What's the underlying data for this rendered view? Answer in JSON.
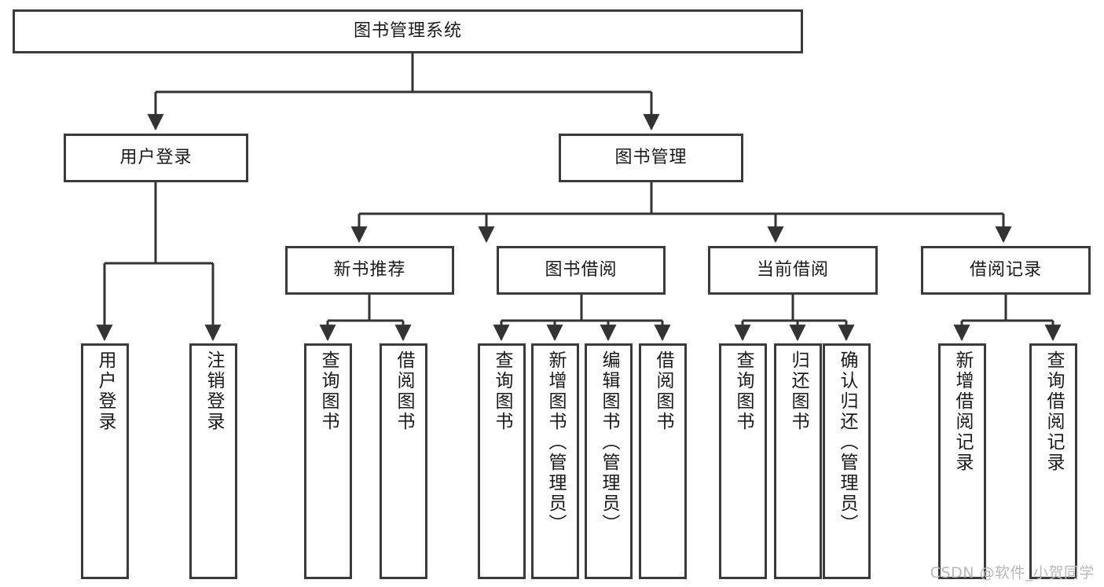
{
  "diagram": {
    "title": "图书管理系统",
    "type": "hierarchy-tree",
    "watermark": "CSDN @软件_小贺同学",
    "colors": {
      "box_border": "#3b3b3b",
      "box_fill": "#ffffff",
      "connector": "#333333",
      "text": "#1a1a1a",
      "watermark": "#b9b9b9"
    },
    "root": {
      "label": "图书管理系统",
      "orientation": "horizontal"
    },
    "level2": [
      {
        "label": "用户登录",
        "orientation": "horizontal"
      },
      {
        "label": "图书管理",
        "orientation": "horizontal"
      }
    ],
    "level3": [
      {
        "label": "新书推荐",
        "orientation": "horizontal"
      },
      {
        "label": "图书借阅",
        "orientation": "horizontal"
      },
      {
        "label": "当前借阅",
        "orientation": "horizontal"
      },
      {
        "label": "借阅记录",
        "orientation": "horizontal"
      }
    ],
    "leaves_user_login": [
      {
        "label": "用户登录",
        "orientation": "vertical"
      },
      {
        "label": "注销登录",
        "orientation": "vertical"
      }
    ],
    "leaves_new_book": [
      {
        "label": "查询图书",
        "orientation": "vertical"
      },
      {
        "label": "借阅图书",
        "orientation": "vertical"
      }
    ],
    "leaves_book_borrow": [
      {
        "label": "查询图书",
        "orientation": "vertical"
      },
      {
        "label": "新增图书（管理员）",
        "orientation": "vertical"
      },
      {
        "label": "编辑图书（管理员）",
        "orientation": "vertical"
      },
      {
        "label": "借阅图书",
        "orientation": "vertical"
      }
    ],
    "leaves_current_borrow": [
      {
        "label": "查询图书",
        "orientation": "vertical"
      },
      {
        "label": "归还图书",
        "orientation": "vertical"
      },
      {
        "label": "确认归还（管理员）",
        "orientation": "vertical"
      }
    ],
    "leaves_borrow_record": [
      {
        "label": "新增借阅记录",
        "orientation": "vertical"
      },
      {
        "label": "查询借阅记录",
        "orientation": "vertical"
      }
    ]
  }
}
